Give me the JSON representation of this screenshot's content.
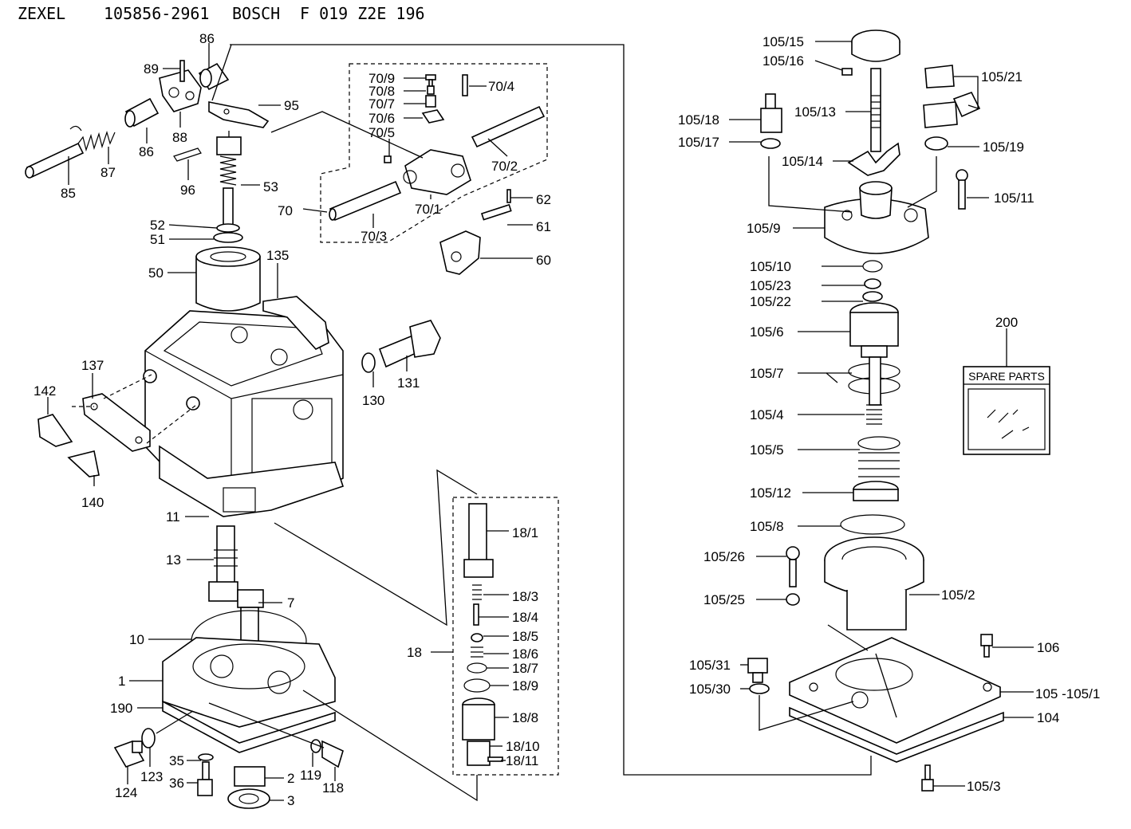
{
  "header": {
    "maker": "ZEXEL",
    "zexel_no": "105856-2961",
    "brand": "BOSCH",
    "bosch_no": "F 019 Z2E 196"
  },
  "spare_parts": {
    "number": "200",
    "title": "SPARE PARTS"
  },
  "labels": {
    "l86": "86",
    "l89": "89",
    "l95": "95",
    "l88": "88",
    "l87": "87",
    "l86b": "86",
    "l85": "85",
    "l96": "96",
    "l53": "53",
    "l52": "52",
    "l51": "51",
    "l50": "50",
    "l135": "135",
    "l137": "137",
    "l142": "142",
    "l140": "140",
    "l130": "130",
    "l131": "131",
    "l11": "11",
    "l13": "13",
    "l7": "7",
    "l10": "10",
    "l1": "1",
    "l190": "190",
    "l124": "124",
    "l123": "123",
    "l35": "35",
    "l36": "36",
    "l2": "2",
    "l3": "3",
    "l119": "119",
    "l118": "118",
    "l70_9": "70/9",
    "l70_8": "70/8",
    "l70_7": "70/7",
    "l70_6": "70/6",
    "l70_5": "70/5",
    "l70_4": "70/4",
    "l70_2": "70/2",
    "l70": "70",
    "l70_1": "70/1",
    "l70_3": "70/3",
    "l62": "62",
    "l61": "61",
    "l60": "60",
    "l18_1": "18/1",
    "l18_3": "18/3",
    "l18_4": "18/4",
    "l18_5": "18/5",
    "l18_6": "18/6",
    "l18_7": "18/7",
    "l18_9": "18/9",
    "l18_8": "18/8",
    "l18_10": "18/10",
    "l18_11": "18/11",
    "l18": "18",
    "l105_15": "105/15",
    "l105_16": "105/16",
    "l105_13": "105/13",
    "l105_18": "105/18",
    "l105_17": "105/17",
    "l105_14": "105/14",
    "l105_21": "105/21",
    "l105_19": "105/19",
    "l105_11": "105/11",
    "l105_9": "105/9",
    "l105_10": "105/10",
    "l105_23": "105/23",
    "l105_22": "105/22",
    "l105_6": "105/6",
    "l105_7": "105/7",
    "l105_4": "105/4",
    "l105_5": "105/5",
    "l105_12": "105/12",
    "l105_8": "105/8",
    "l105_26": "105/26",
    "l105_25": "105/25",
    "l105_2": "105/2",
    "l105_31": "105/31",
    "l105_30": "105/30",
    "l106": "106",
    "l105_105_1": "105 -105/1",
    "l104": "104",
    "l105_3": "105/3"
  }
}
